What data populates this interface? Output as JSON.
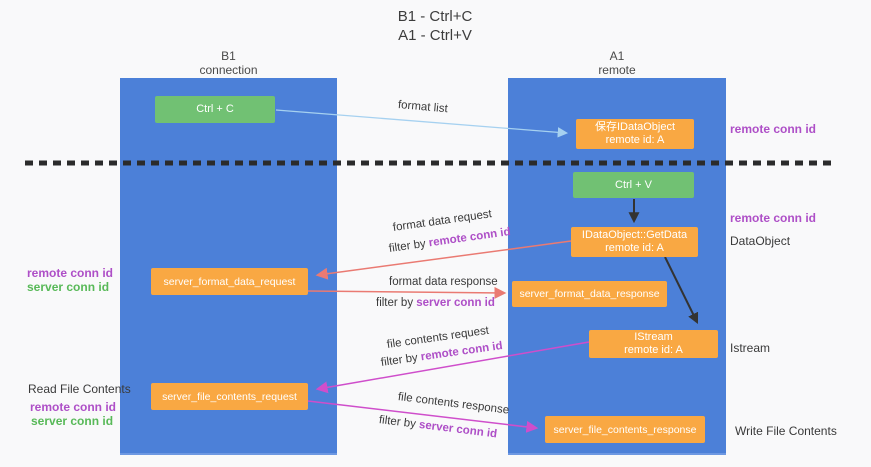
{
  "title": {
    "line1": "B1 - Ctrl+C",
    "line2": "A1 - Ctrl+V"
  },
  "lanes": {
    "left": {
      "title": "B1",
      "subtitle": "connection"
    },
    "right": {
      "title": "A1",
      "subtitle": "remote"
    }
  },
  "boxes": {
    "ctrl_c": {
      "label": "Ctrl + C"
    },
    "ctrl_v": {
      "label": "Ctrl + V"
    },
    "save_idataobject": {
      "line1": "保存IDataObject",
      "line2": "remote id: A"
    },
    "idataobject_getdata": {
      "line1": "IDataObject::GetData",
      "line2": "remote id: A"
    },
    "istream": {
      "line1": "IStream",
      "line2": "remote id: A"
    },
    "server_format_data_request": {
      "label": "server_format_data_request"
    },
    "server_format_data_response": {
      "label": "server_format_data_response"
    },
    "server_file_contents_request": {
      "label": "server_file_contents_request"
    },
    "server_file_contents_response": {
      "label": "server_file_contents_response"
    }
  },
  "arrow_labels": {
    "format_list": "format list",
    "format_data_request": "format data request",
    "format_data_request_filter": {
      "prefix": "filter by ",
      "id": "remote conn id"
    },
    "format_data_response": "format data response",
    "format_data_response_filter": {
      "prefix": "filter by ",
      "id": "server conn id"
    },
    "file_contents_request": "file contents request",
    "file_contents_request_filter": {
      "prefix": "filter by ",
      "id": "remote conn id"
    },
    "file_contents_response": "file contents response",
    "file_contents_response_filter": {
      "prefix": "filter by ",
      "id": "server conn id"
    }
  },
  "side_labels": {
    "remote_conn_id_top": "remote conn id",
    "remote_conn_id_mid": "remote conn id",
    "dataobject": "DataObject",
    "istream": "Istream",
    "write_file_contents": "Write File Contents",
    "read_file_contents": "Read File Contents",
    "left_mid_remote": "remote conn id",
    "left_mid_server": "server conn id",
    "left_bottom_remote": "remote conn id",
    "left_bottom_server": "server conn id"
  },
  "colors": {
    "lane_blue": "#4c80d8",
    "box_orange": "#f9a843",
    "box_green": "#71c173",
    "purple_text": "#ae4fc7",
    "green_text": "#58b958",
    "salmon_arrow": "#ea7a72",
    "magenta_arrow": "#cf4ecb",
    "lightblue_arrow": "#a6d1f0",
    "black_arrow": "#333333",
    "dashed_line": "#2b2b2b"
  }
}
